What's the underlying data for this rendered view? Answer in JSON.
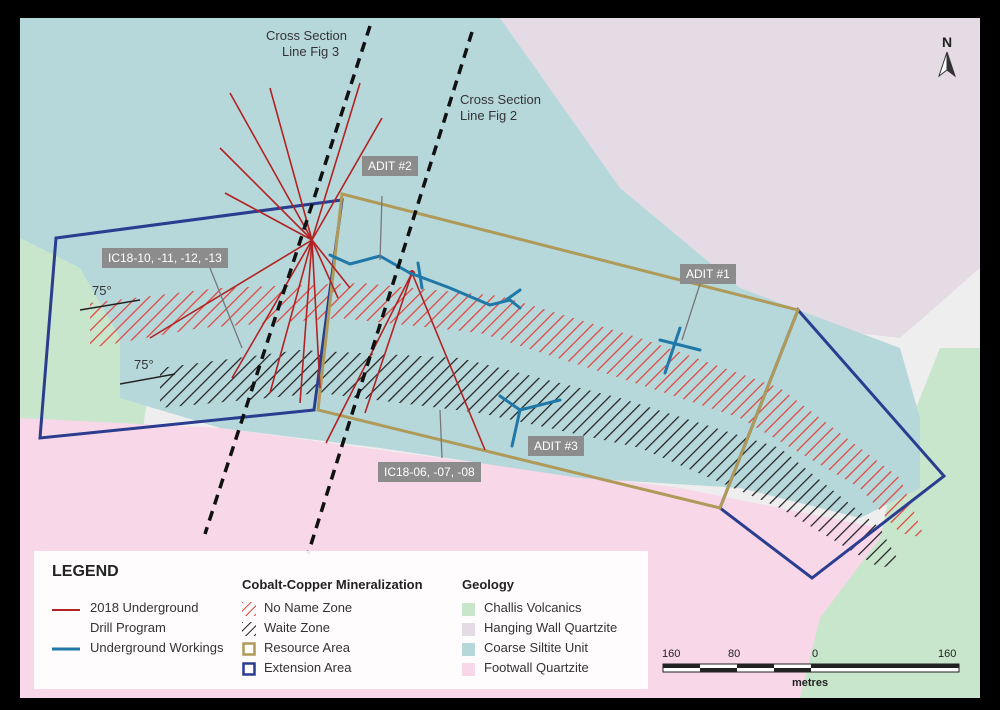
{
  "map": {
    "north_label": "N",
    "cross_sections": [
      {
        "label_line1": "Cross Section",
        "label_line2": "Line Fig 3"
      },
      {
        "label_line1": "Cross Section",
        "label_line2": "Line Fig 2"
      }
    ],
    "callouts": {
      "adit2": "ADIT #2",
      "adit1": "ADIT #1",
      "adit3": "ADIT #3",
      "ic18_10": "IC18-10, -11, -12, -13",
      "ic18_06": "IC18-06, -07, -08"
    },
    "dip_labels": [
      "75°",
      "75°"
    ],
    "colors": {
      "challis_volcanics": "#c8e6cc",
      "hanging_wall_quartzite": "#e4dbe4",
      "coarse_siltite": "#b7d8db",
      "footwall_quartzite": "#f7d7e8",
      "drill": "#b22222",
      "workings": "#1f78a8",
      "resource": "#b09a5a",
      "extension": "#2a3d8f",
      "no_name_zone": "#e0443c",
      "waite_zone": "#222222"
    }
  },
  "legend": {
    "title": "LEGEND",
    "drill_line1": "2018 Underground",
    "drill_line2": "Drill Program",
    "workings": "Underground Workings",
    "mineral_heading": "Cobalt-Copper Mineralization",
    "no_name_zone": "No Name Zone",
    "waite_zone": "Waite Zone",
    "resource_area": "Resource Area",
    "extension_area": "Extension Area",
    "geology_heading": "Geology",
    "challis": "Challis Volcanics",
    "hanging_wall": "Hanging Wall Quartzite",
    "coarse_siltite": "Coarse Siltite Unit",
    "footwall": "Footwall Quartzite"
  },
  "scale_bar": {
    "ticks": [
      "160",
      "80",
      "0",
      "160"
    ],
    "unit": "metres"
  }
}
